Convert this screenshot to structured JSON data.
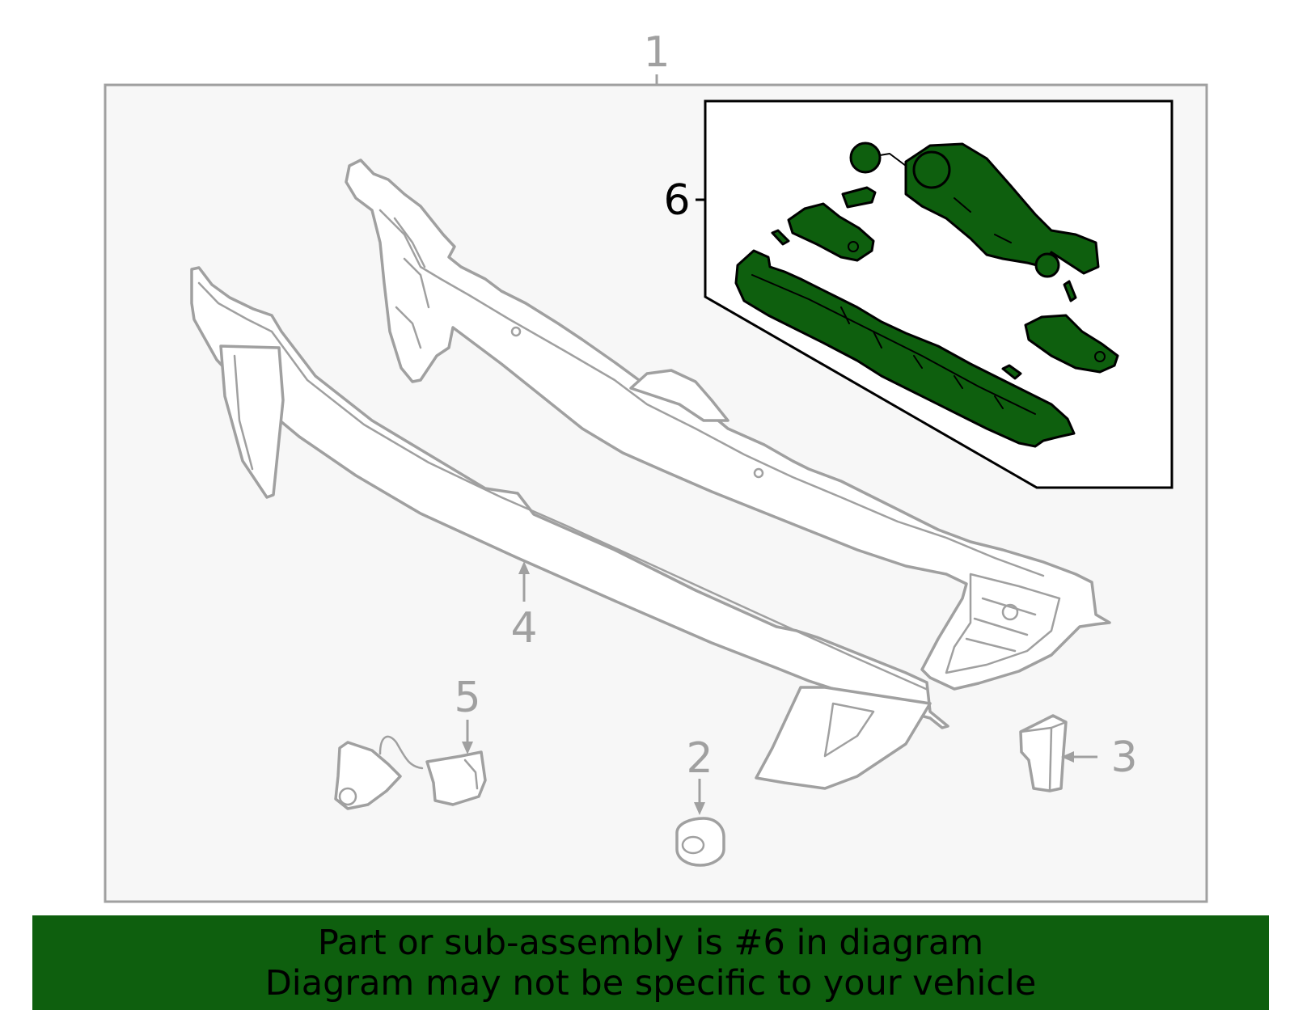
{
  "diagram": {
    "callouts": {
      "part1": "1",
      "part2": "2",
      "part3": "3",
      "part4": "4",
      "part5": "5",
      "part6": "6"
    },
    "colors": {
      "highlight": "#0e5f0e",
      "outline": "#a0a0a0",
      "panel": "#f7f7f7",
      "banner": "#0e5f0e"
    }
  },
  "banner": {
    "line1": "Part or sub-assembly is #6 in diagram",
    "line2": "Diagram may not be specific to your vehicle"
  }
}
